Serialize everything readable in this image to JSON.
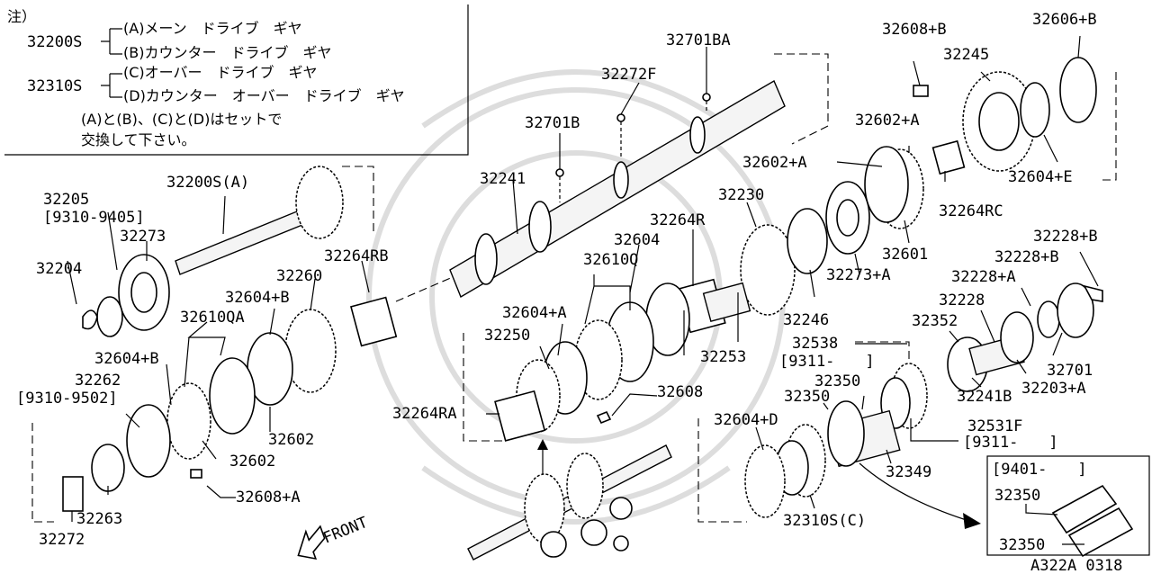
{
  "note": {
    "head": "注）",
    "line_a": "(A)メーン　ドライブ　ギヤ",
    "line_b": "(B)カウンター　ドライブ　ギヤ",
    "line_c": "(C)オーバー　ドライブ　ギヤ",
    "line_d": "(D)カウンター　オーバー　ドライブ　ギヤ",
    "set1": "32200S",
    "set2": "32310S",
    "footer1": "(A)と(B)、(C)と(D)はセットで",
    "footer2": "交換して下さい。"
  },
  "labels": {
    "p32200SA": "32200S(A)",
    "p32205": "32205",
    "p32205d": "[9310-9405]",
    "p32273": "32273",
    "p32204": "32204",
    "p32264RB": "32264RB",
    "p32260": "32260",
    "p32604B1": "32604+B",
    "p32610QA": "32610QA",
    "p32604B2": "32604+B",
    "p32262": "32262",
    "p32262d": "[9310-9502]",
    "p32602a": "32602",
    "p32602b": "32602",
    "p32608A": "32608+A",
    "p32263": "32263",
    "p32272": "32272",
    "front": "FRONT",
    "p32272F": "32272F",
    "p32701BA": "32701BA",
    "p32701B": "32701B",
    "p32241": "32241",
    "p32230": "32230",
    "p32264R": "32264R",
    "p32604": "32604",
    "p32610Q": "32610Q",
    "p32604A": "32604+A",
    "p32250": "32250",
    "p32253": "32253",
    "p32264RA": "32264RA",
    "p32608": "32608",
    "p32246": "32246",
    "p32273A": "32273+A",
    "p32608B": "32608+B",
    "p32606B": "32606+B",
    "p32245": "32245",
    "p32602A1": "32602+A",
    "p32602A2": "32602+A",
    "p32604E": "32604+E",
    "p32264RC": "32264RC",
    "p32601": "32601",
    "p32228B1": "32228+B",
    "p32228B2": "32228+B",
    "p32228A": "32228+A",
    "p32228": "32228",
    "p32352": "32352",
    "p32701": "32701",
    "p32241B": "32241B",
    "p32203A": "32203+A",
    "p32538": "32538",
    "p32538d": "[9311-　　]",
    "p32350a": "32350",
    "p32350b": "32350",
    "p32604D": "32604+D",
    "p32531F": "32531F",
    "p32531Fd": "[9311-　　]",
    "p32349": "32349",
    "p32310SC": "32310S(C)",
    "inset_date": "[9401-　　]",
    "inset_350a": "32350",
    "inset_350b": "32350",
    "code": "A322A 0318"
  }
}
